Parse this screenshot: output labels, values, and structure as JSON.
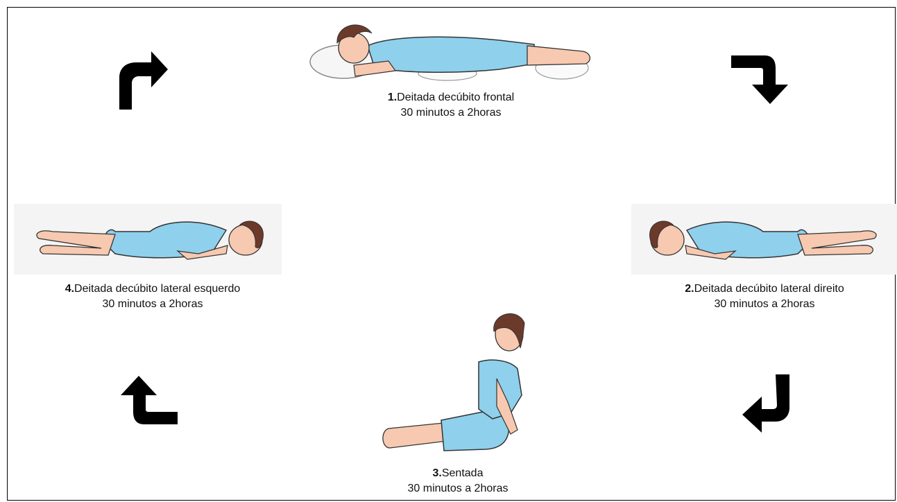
{
  "steps": [
    {
      "number": "1.",
      "title": "Deitada decúbito frontal",
      "duration": "30 minutos a 2horas"
    },
    {
      "number": "2.",
      "title": "Deitada decúbito lateral direito",
      "duration": "30 minutos a 2horas"
    },
    {
      "number": "3.",
      "title": "Sentada",
      "duration": "30 minutos a 2horas"
    },
    {
      "number": "4.",
      "title": "Deitada decúbito lateral esquerdo",
      "duration": "30 minutos a 2horas"
    }
  ],
  "colors": {
    "dress": "#8fd0ec",
    "skin": "#f7c9b0",
    "hair": "#6b3a2a",
    "pillow": "#f2f2f2",
    "arrow": "#000000",
    "panel": "#f4f4f4"
  },
  "icons": [
    "arrow-top-left-icon",
    "arrow-top-right-icon",
    "arrow-bottom-right-icon",
    "arrow-bottom-left-icon"
  ]
}
